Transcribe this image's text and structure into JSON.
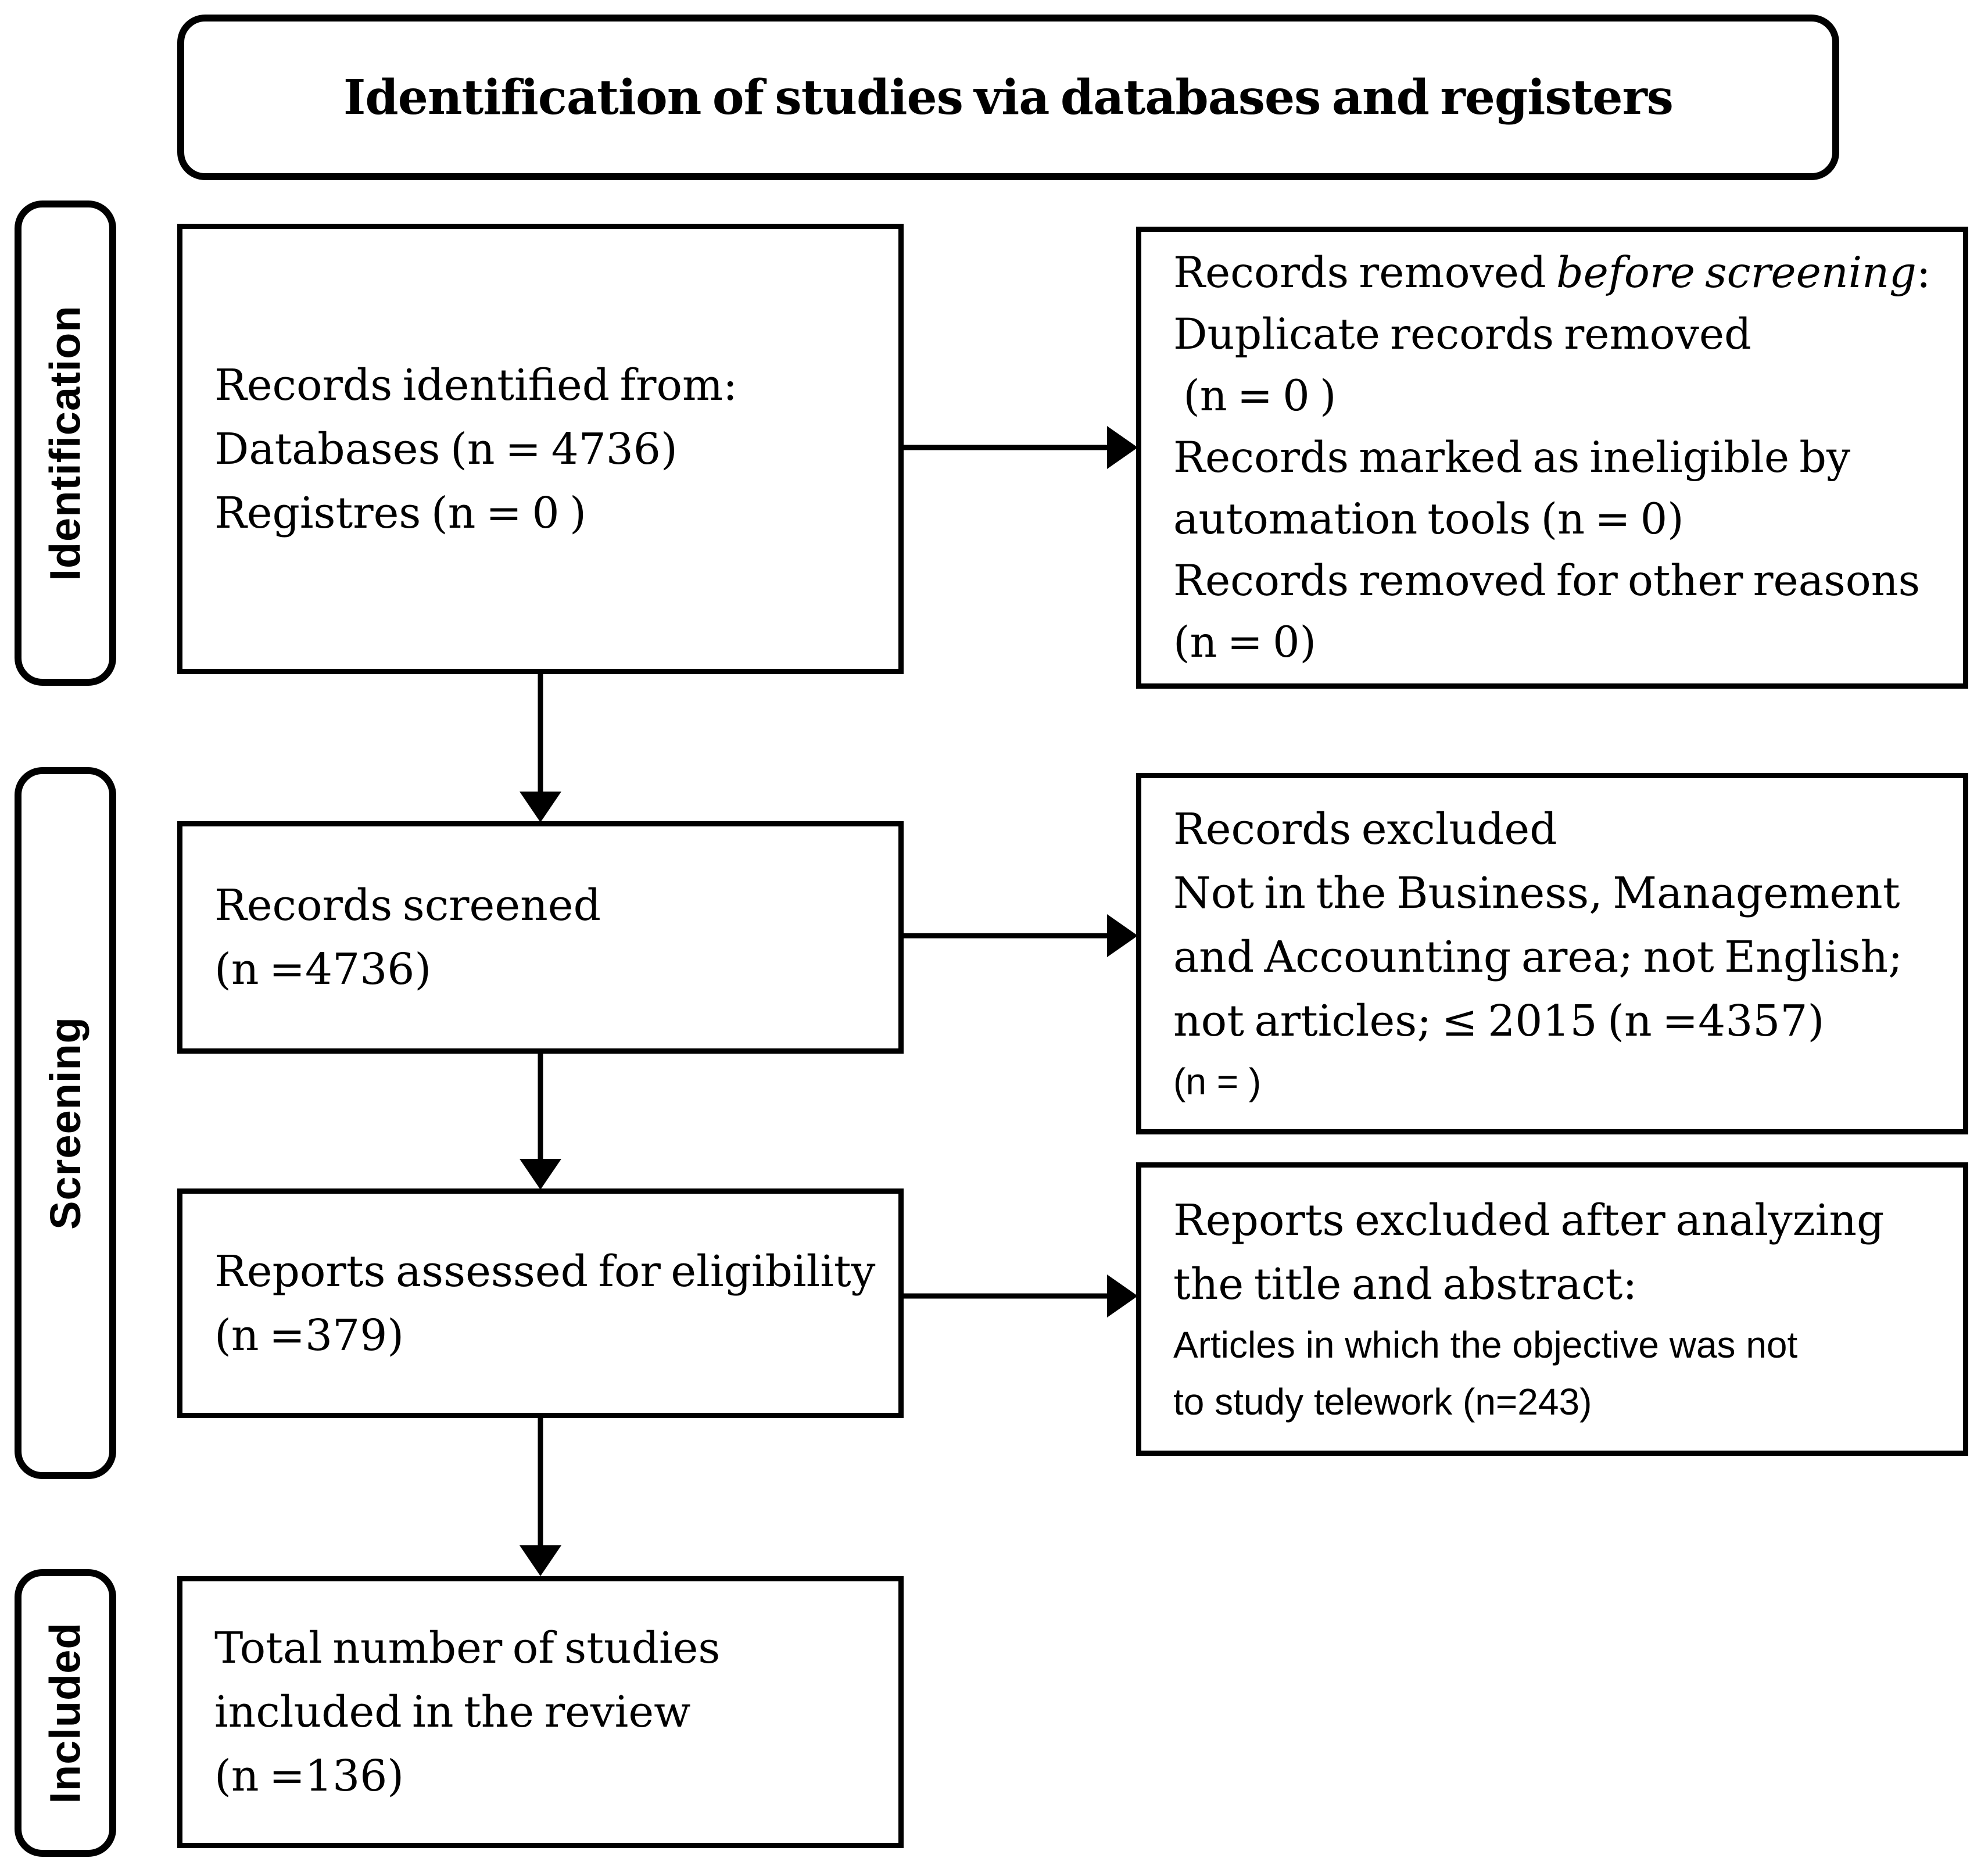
{
  "colors": {
    "ink": "#000000",
    "paper": "#ffffff"
  },
  "title": "Identification of studies via databases and registers",
  "stage_labels": [
    "Identification",
    "Screening",
    "Included"
  ],
  "boxes": {
    "identified": {
      "lines": [
        "Records identified from:",
        "Databases (n = 4736)",
        "Registres (n = 0 )"
      ]
    },
    "removed": {
      "line1_pre": "Records removed ",
      "line1_italic": "before screening",
      "line1_post": ":",
      "rest": [
        "Duplicate records removed",
        " (n = 0 )",
        "Records marked as ineligible by",
        "automation tools (n = 0)",
        "Records removed for other reasons",
        "(n = 0)"
      ]
    },
    "screened": {
      "lines": [
        "Records screened",
        "(n =4736)"
      ]
    },
    "excluded": {
      "serif_lines": [
        "Records excluded",
        "Not in the Business, Management",
        "and Accounting area; not English;",
        "not articles; ≤ 2015 (n =4357)"
      ],
      "sans_lines": [
        "(n = )"
      ]
    },
    "assessed": {
      "lines": [
        "Reports assessed for eligibility",
        "(n =379)"
      ]
    },
    "reports_excluded": {
      "serif_lines": [
        "Reports excluded after analyzing",
        "the title and abstract:"
      ],
      "sans_lines": [
        "Articles in which the objective was not",
        "to study telework (n=243)"
      ]
    },
    "included_total": {
      "lines": [
        "Total number of studies",
        "included in the review",
        "(n =136)"
      ]
    }
  }
}
